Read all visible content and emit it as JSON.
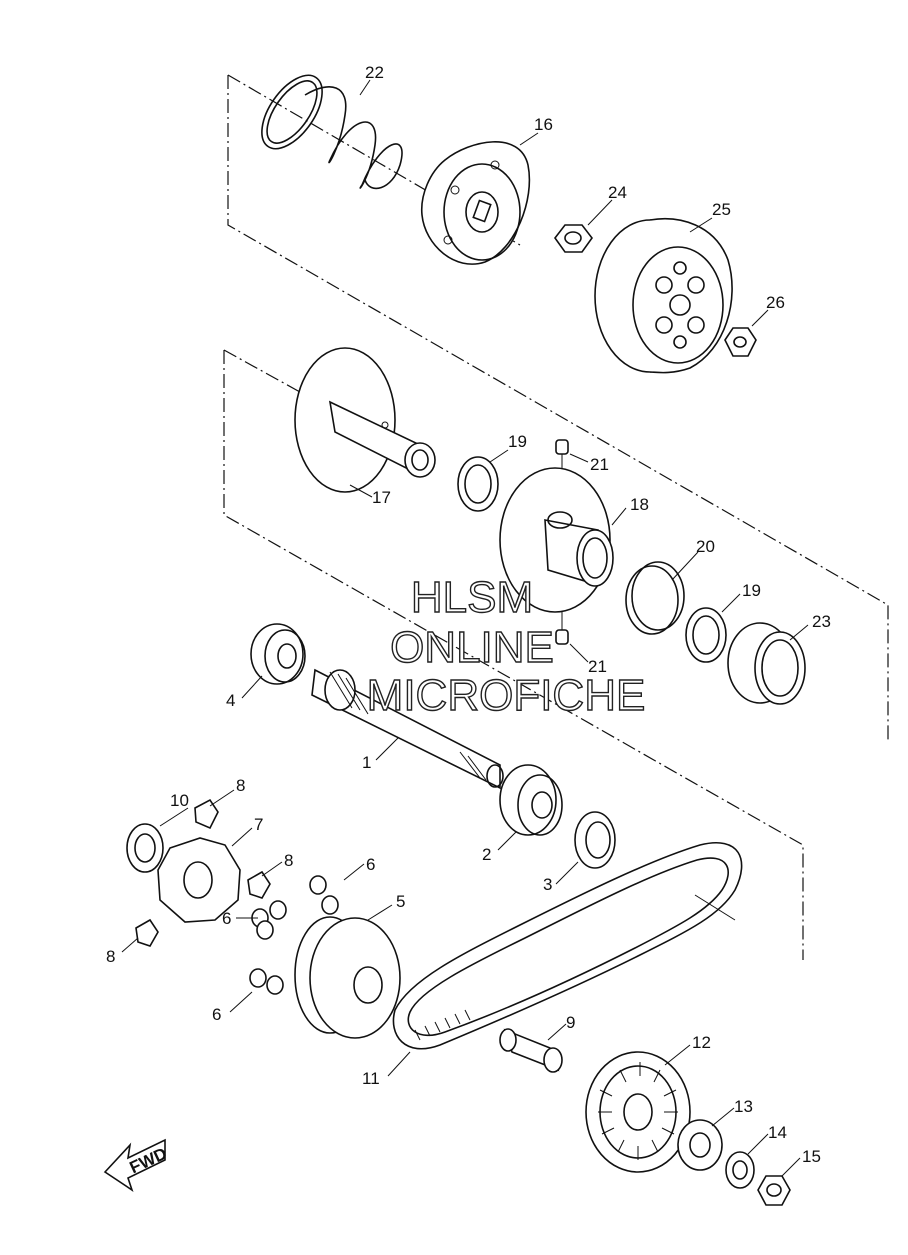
{
  "watermark": {
    "line1": "HLSM",
    "line2": "ONLINE",
    "line3": "MICROFICHE"
  },
  "fwd_label": "FWD",
  "callouts": {
    "c1": "1",
    "c2": "2",
    "c3": "3",
    "c4": "4",
    "c5": "5",
    "c6a": "6",
    "c6b": "6",
    "c6c": "6",
    "c7": "7",
    "c8a": "8",
    "c8b": "8",
    "c8c": "8",
    "c9": "9",
    "c10": "10",
    "c11": "11",
    "c12": "12",
    "c13": "13",
    "c14": "14",
    "c15": "15",
    "c16": "16",
    "c17": "17",
    "c18": "18",
    "c19a": "19",
    "c19b": "19",
    "c20": "20",
    "c21a": "21",
    "c21b": "21",
    "c22": "22",
    "c23": "23",
    "c24": "24",
    "c25": "25",
    "c26": "26"
  }
}
